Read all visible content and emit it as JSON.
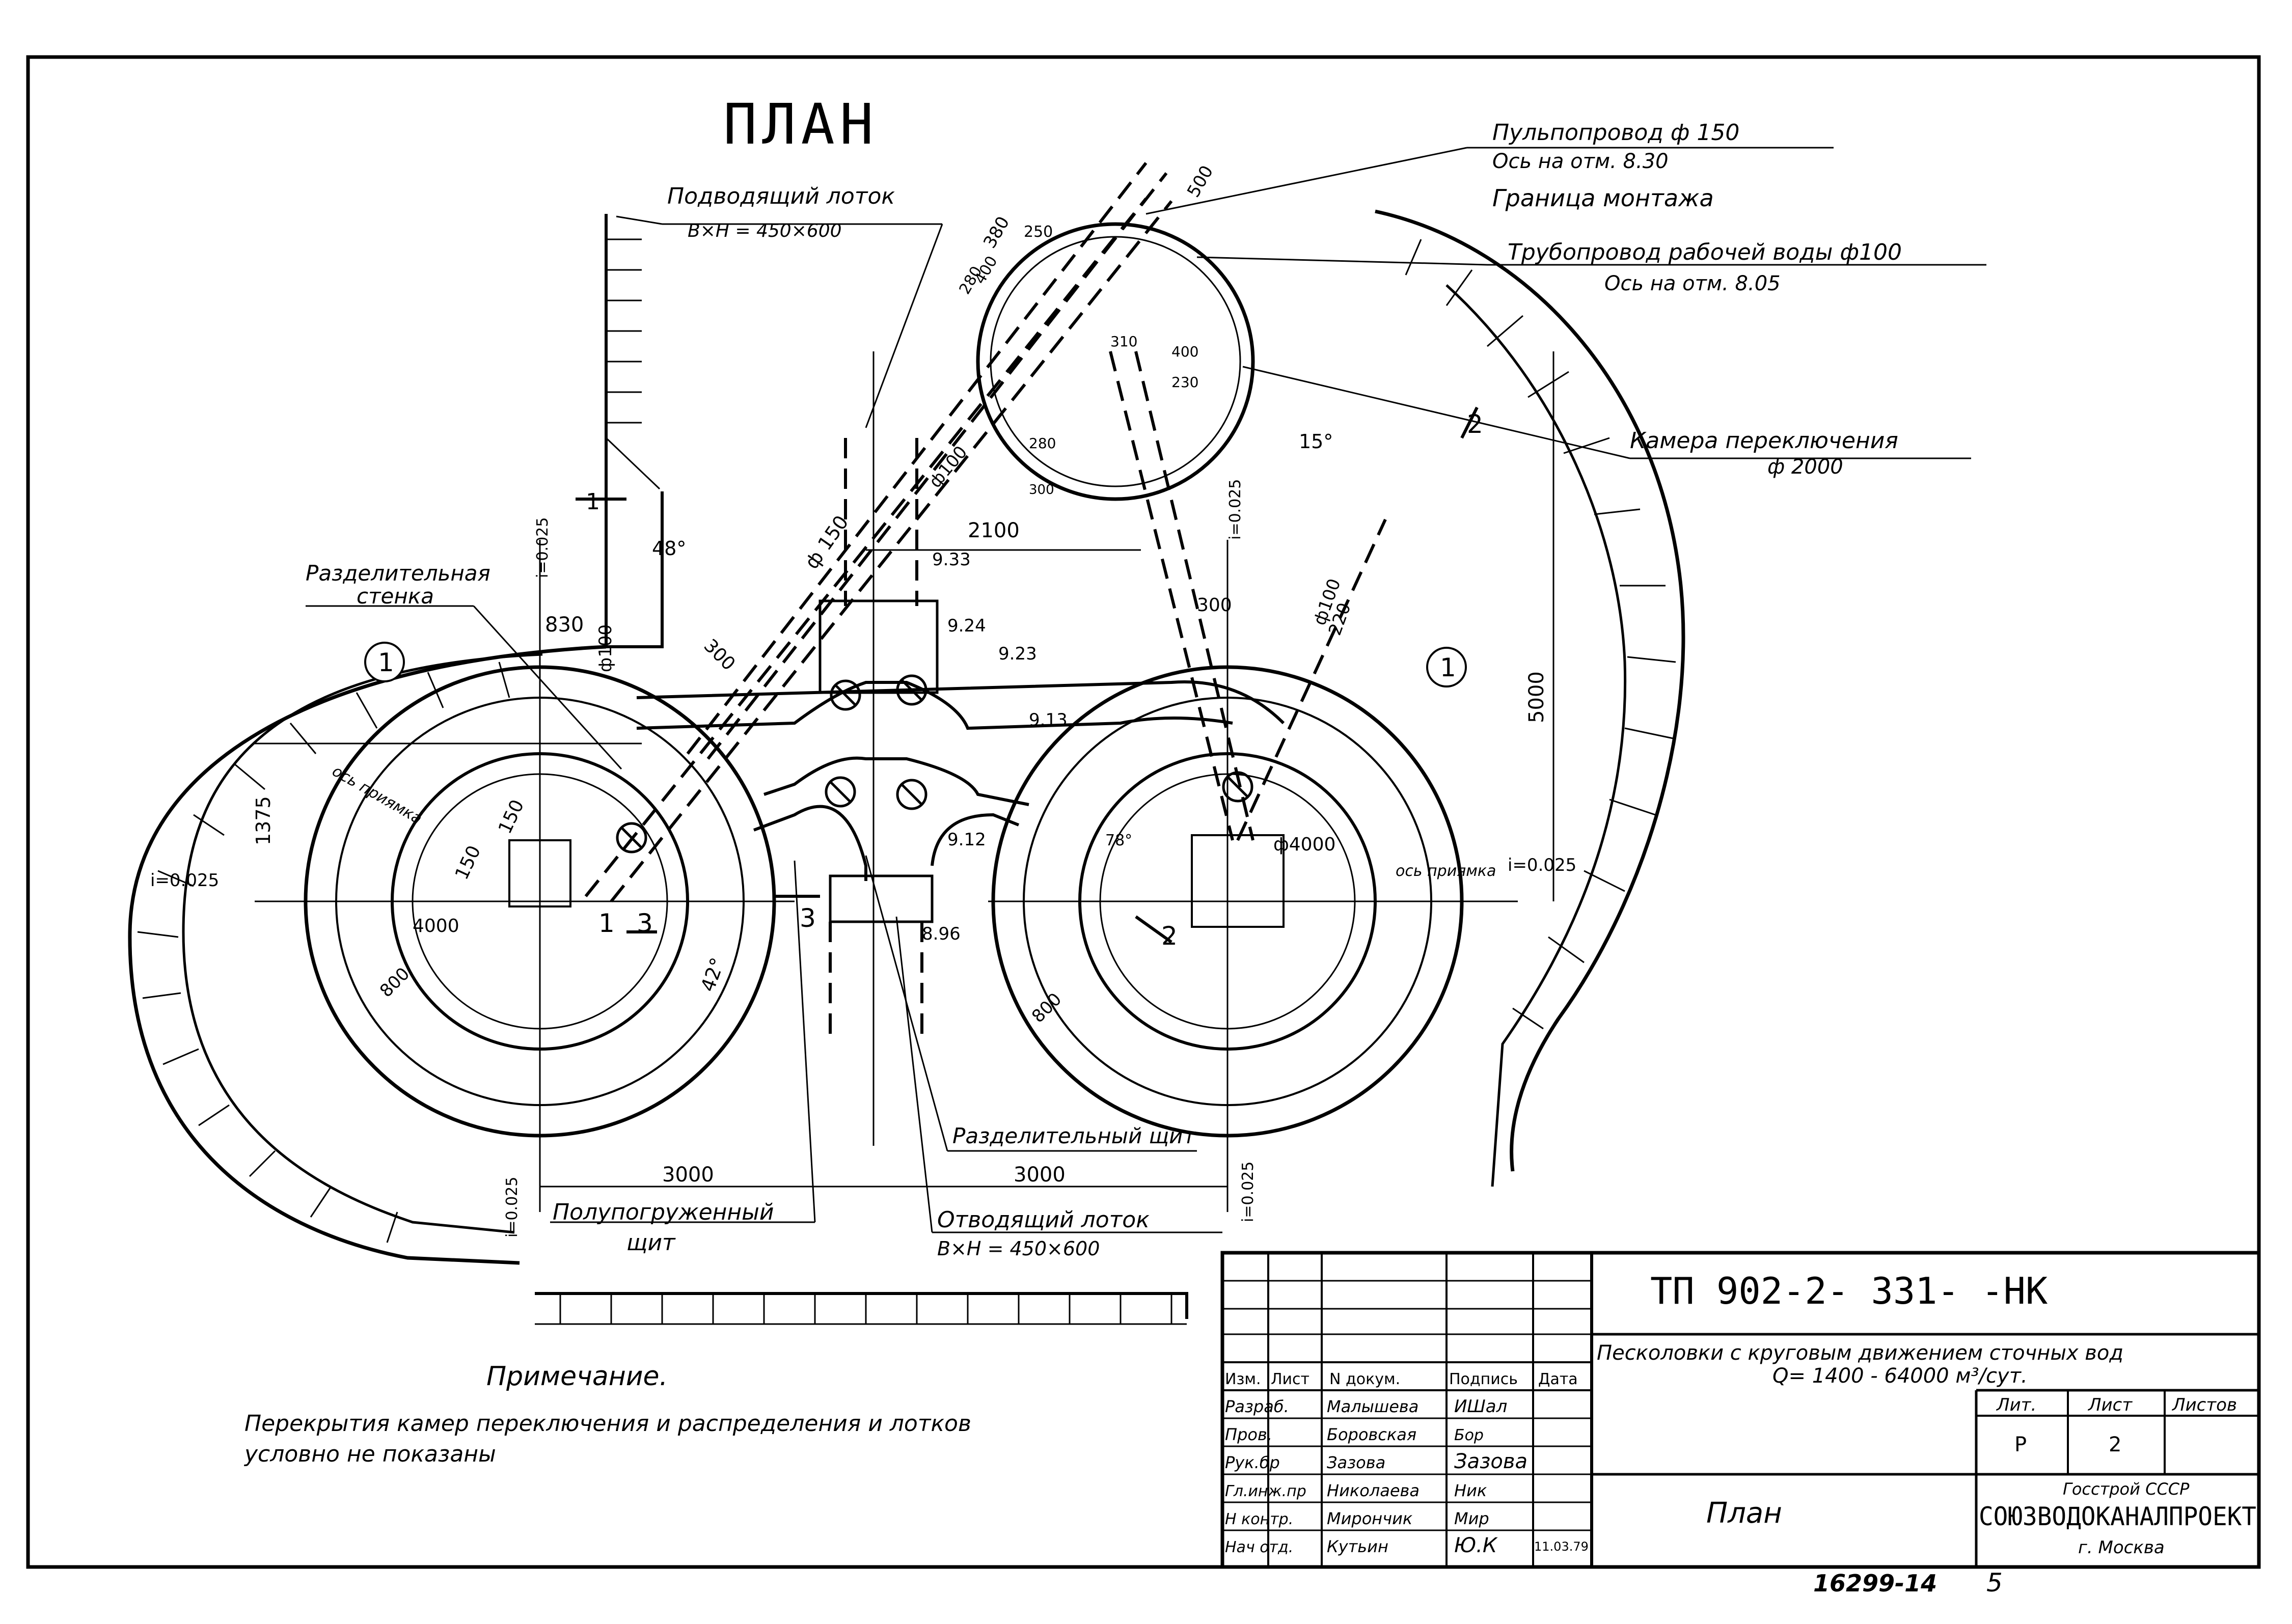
{
  "title": "ПЛАН",
  "labels": {
    "inlet_tray": "Подводящий лоток",
    "inlet_size": "B×H = 450×600",
    "pulp_pipe": "Пульпопровод ф 150",
    "pulp_axis": "Ось на отм. 8.30",
    "mount_border": "Граница монтажа",
    "work_pipe": "Трубопровод рабочей воды ф100",
    "work_axis": "Ось на отм. 8.05",
    "switch_chamber": "Камера переключения",
    "switch_diam": "ф 2000",
    "partition_wall_1": "Разделительная",
    "partition_wall_2": "стенка",
    "partition_gate": "Разделительный щит",
    "semi_gate_1": "Полупогруженный",
    "semi_gate_2": "щит",
    "outlet_tray": "Отводящий лоток",
    "outlet_size": "B×H = 450×600",
    "axis_pr": "ось приямка",
    "axis_pr_right": "ось приямка"
  },
  "dims": {
    "d500": "500",
    "d380": "380",
    "d400": "400",
    "d280": "280",
    "d250": "250",
    "d310": "310",
    "d230": "230",
    "d300": "300",
    "d2100": "2100",
    "d830": "830",
    "d150": "150",
    "d1375": "1375",
    "d4000": "4000",
    "d800": "800",
    "d3000a": "3000",
    "d3000b": "3000",
    "d5000": "5000",
    "d220": "220",
    "phi100": "ф100",
    "phi150": "ф 150",
    "phi4000": "ф4000",
    "ang48": "48°",
    "ang42": "42°",
    "ang15": "15°",
    "ang78": "78°",
    "i0025": "i=0.025",
    "el933": "9.33",
    "el924": "9.24",
    "el923": "9.23",
    "el913": "9.13",
    "el912": "9.12",
    "el896": "8.96",
    "mk1": "1",
    "mk2": "2",
    "mk3": "3"
  },
  "note": {
    "heading": "Примечание.",
    "line1": "Перекрытия камер переключения и распределения и лотков",
    "line2": "условно не показаны"
  },
  "title_block": {
    "code": "ТП 902-2- 331- -НК",
    "project_1": "Песколовки с круговым движением сточных вод",
    "project_2": "Q= 1400 - 64000 м³/сут.",
    "sheet_name": "План",
    "col_izm": "Изм.",
    "col_list": "Лист",
    "col_doc": "N докум.",
    "col_sign": "Подпись",
    "col_date": "Дата",
    "col_lit": "Лит.",
    "col_sheet": "Лист",
    "col_sheets": "Листов",
    "lit_val": "Р",
    "sheet_val": "2",
    "roles": [
      "Разраб.",
      "Пров.",
      "Рук.бр",
      "Гл.инж.пр",
      "Н контр.",
      "Нач отд."
    ],
    "names": [
      "Малышева",
      "Боровская",
      "Зазова",
      "Николаева",
      "Мирончик",
      "Кутьин"
    ],
    "signs": [
      "ИШал",
      "Бор",
      "Зазова",
      "Ник",
      "Мир",
      "Ю.К"
    ],
    "date_last": "11.03.79",
    "org_1": "Госстрой СССР",
    "org_2": "СОЮЗВОДОКАНАЛПРОЕКТ",
    "org_3": "г. Москва"
  },
  "footer": {
    "number": "16299-14",
    "page": "5"
  }
}
